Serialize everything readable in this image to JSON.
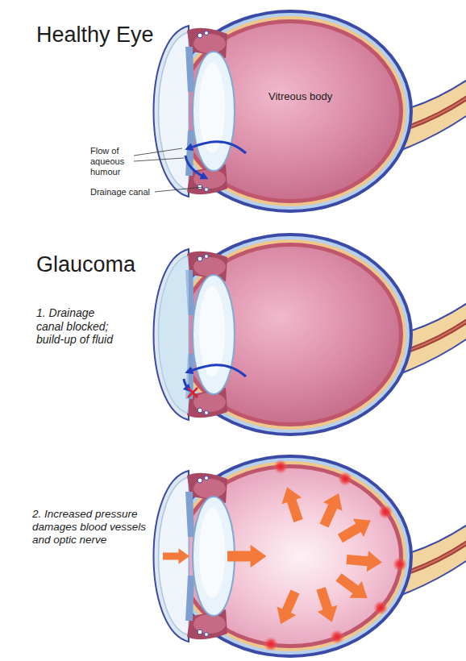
{
  "diagram": {
    "labels": [
      "Healthy Eye",
      "Flow of aqueous humour",
      "Drainage canal",
      "Vitreous body",
      "Glaucoma",
      "1. Drainage canal blocked; build-up of fluid",
      "2. Increased pressure damages blood vessels and optic nerve"
    ]
  }
}
